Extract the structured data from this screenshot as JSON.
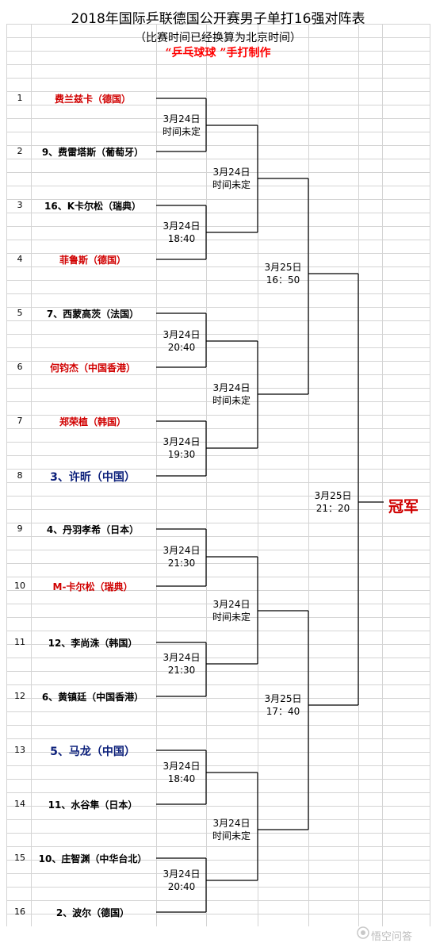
{
  "title": "2018年国际乒联德国公开赛男子单打16强对阵表",
  "subtitle": "（比赛时间已经换算为北京时间）",
  "maker": "“乒乓球球 ”手打制作",
  "champion_label": "冠军",
  "watermark": "悟空问答",
  "players": [
    {
      "num": "1",
      "name": "费兰兹卡（德国）",
      "style": "red"
    },
    {
      "num": "2",
      "name": "9、费雷塔斯（葡萄牙）",
      "style": "black"
    },
    {
      "num": "3",
      "name": "16、K卡尔松（瑞典）",
      "style": "black"
    },
    {
      "num": "4",
      "name": "菲鲁斯（德国）",
      "style": "red"
    },
    {
      "num": "5",
      "name": "7、西蒙高茨（法国）",
      "style": "black"
    },
    {
      "num": "6",
      "name": "何钧杰（中国香港）",
      "style": "red"
    },
    {
      "num": "7",
      "name": "郑荣植（韩国）",
      "style": "red"
    },
    {
      "num": "8",
      "name": "3、许昕（中国）",
      "style": "blue"
    },
    {
      "num": "9",
      "name": "4、丹羽孝希（日本）",
      "style": "black"
    },
    {
      "num": "10",
      "name": "M-卡尔松（瑞典）",
      "style": "red"
    },
    {
      "num": "11",
      "name": "12、李尚洙（韩国）",
      "style": "black"
    },
    {
      "num": "12",
      "name": "6、黄镇廷（中国香港）",
      "style": "black"
    },
    {
      "num": "13",
      "name": "5、马龙（中国）",
      "style": "blue"
    },
    {
      "num": "14",
      "name": "11、水谷隼（日本）",
      "style": "black"
    },
    {
      "num": "15",
      "name": "10、庄智渊（中华台北）",
      "style": "black"
    },
    {
      "num": "16",
      "name": "2、波尔（德国）",
      "style": "black"
    }
  ],
  "round1": [
    {
      "date": "3月24日",
      "time": "时间未定"
    },
    {
      "date": "3月24日",
      "time": "18:40"
    },
    {
      "date": "3月24日",
      "time": "20:40"
    },
    {
      "date": "3月24日",
      "time": "19:30"
    },
    {
      "date": "3月24日",
      "time": "21:30"
    },
    {
      "date": "3月24日",
      "time": "21:30"
    },
    {
      "date": "3月24日",
      "time": "18:40"
    },
    {
      "date": "3月24日",
      "time": "20:40"
    }
  ],
  "quarterfinals": [
    {
      "date": "3月24日",
      "time": "时间未定"
    },
    {
      "date": "3月24日",
      "time": "时间未定"
    },
    {
      "date": "3月24日",
      "time": "时间未定"
    },
    {
      "date": "3月24日",
      "time": "时间未定"
    }
  ],
  "semifinals": [
    {
      "date": "3月25日",
      "time": "16：50"
    },
    {
      "date": "3月25日",
      "time": "17：40"
    }
  ],
  "final": {
    "date": "3月25日",
    "time": "21：20"
  }
}
